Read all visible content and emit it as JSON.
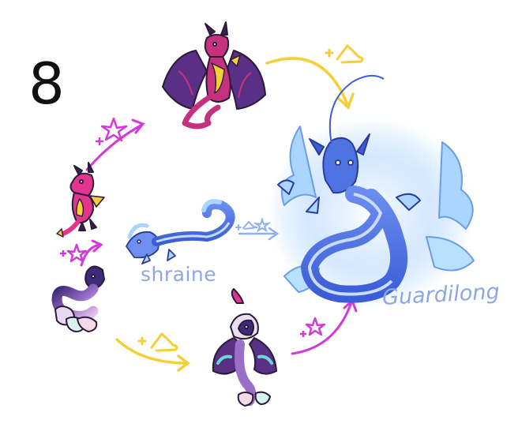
{
  "page_number": "8",
  "forms": {
    "base_dragon": {
      "name": "",
      "color": "#e2358f"
    },
    "winged_dragon": {
      "name": "",
      "color": "#c5317f"
    },
    "base_serpent": {
      "name": "",
      "color": "#b786cc"
    },
    "moth_serpent": {
      "name": "",
      "color": "#6a3d8c"
    },
    "shraine": {
      "name": "shraine",
      "color": "#7aa0e8"
    },
    "guardilong": {
      "name": "Guardilong",
      "color": "#4f73e0"
    }
  },
  "evolution_markers": {
    "star": {
      "icon": "star-icon",
      "color": "#d33ad9"
    },
    "item": {
      "icon": "item-icon",
      "color": "#f5cf38"
    },
    "star_item": {
      "icon": "star-item-icon",
      "color": "#8fb1ee"
    }
  },
  "colors": {
    "label": "#8ea6e6",
    "magenta_arrow": "#d33ad9",
    "yellow_arrow": "#f5cf38",
    "blue_arrow": "#8fb1ee"
  }
}
